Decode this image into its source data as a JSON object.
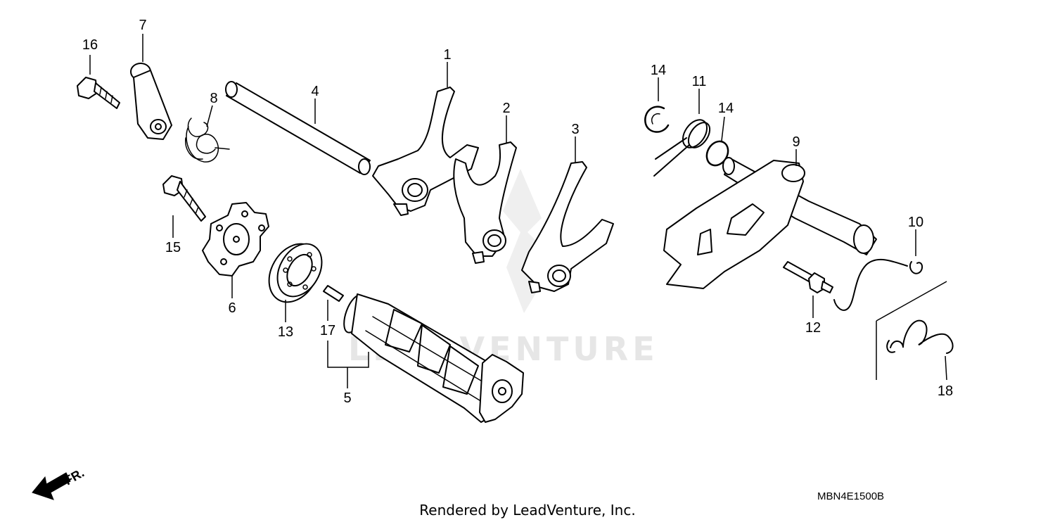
{
  "diagram": {
    "callouts": {
      "c1": "1",
      "c2": "2",
      "c3": "3",
      "c4": "4",
      "c5": "5",
      "c6": "6",
      "c7": "7",
      "c8": "8",
      "c9": "9",
      "c10": "10",
      "c11": "11",
      "c12": "12",
      "c13": "13",
      "c14a": "14",
      "c14b": "14",
      "c15": "15",
      "c16": "16",
      "c17": "17",
      "c18": "18"
    },
    "front_label": "FR.",
    "watermark": "LEADVENTURE",
    "diagram_code": "MBN4E1500B"
  },
  "footer": {
    "rendered_by": "Rendered by LeadVenture, Inc."
  }
}
